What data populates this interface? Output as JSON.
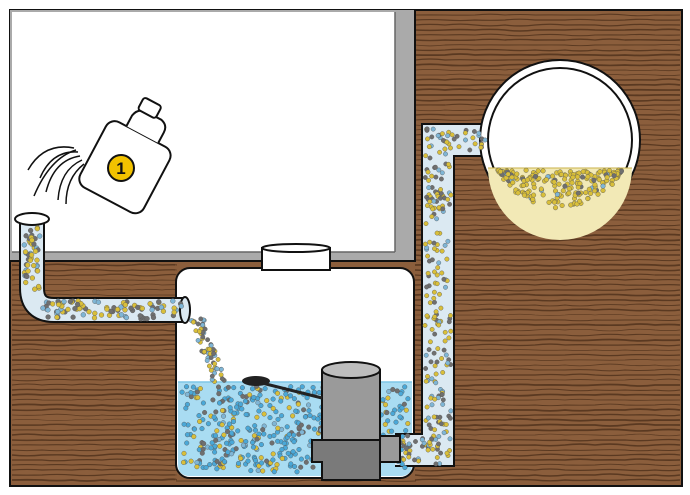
{
  "diagram": {
    "step_marker": {
      "label": "1",
      "fill": "#f2c200"
    },
    "colors": {
      "outline": "#111111",
      "room_wall": "#aaaaaa",
      "soil": "#8b5e3c",
      "soil_grain": "#4a2e18",
      "pipe_interior": "#dbe9f2",
      "water": "#a9dcf2",
      "water_particle": "#4aa8d8",
      "granule_yellow": "#d9bf3a",
      "granule_grey": "#6f6f6f",
      "granule_blue": "#7fb6d6",
      "pump_body": "#9a9a9a",
      "pump_dark": "#7a7a7a",
      "float_switch": "#222222"
    },
    "components": [
      "treatment-bottle",
      "inlet-drain-pipe",
      "sump-tank",
      "submersible-pump",
      "float-switch",
      "discharge-pipe",
      "sewer-main-pipe"
    ]
  }
}
